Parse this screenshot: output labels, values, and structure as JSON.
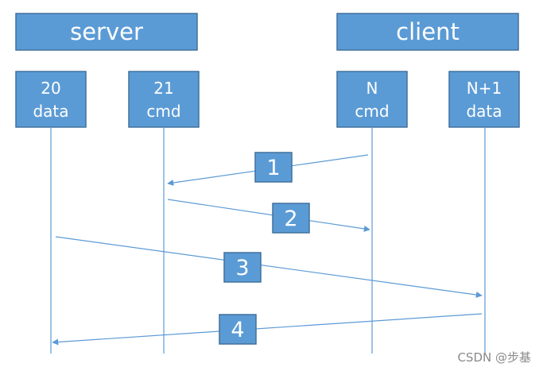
{
  "headers": {
    "server": "server",
    "client": "client"
  },
  "ports": {
    "p20": {
      "line1": "20",
      "line2": "data"
    },
    "p21": {
      "line1": "21",
      "line2": "cmd"
    },
    "pN": {
      "line1": "N",
      "line2": "cmd"
    },
    "pN1": {
      "line1": "N+1",
      "line2": "data"
    }
  },
  "steps": [
    "1",
    "2",
    "3",
    "4"
  ],
  "watermark": "CSDN @步基",
  "colors": {
    "box_fill": "#5b9bd5",
    "box_stroke": "#41719c",
    "line": "#5b9bd5",
    "text": "#ffffff"
  }
}
